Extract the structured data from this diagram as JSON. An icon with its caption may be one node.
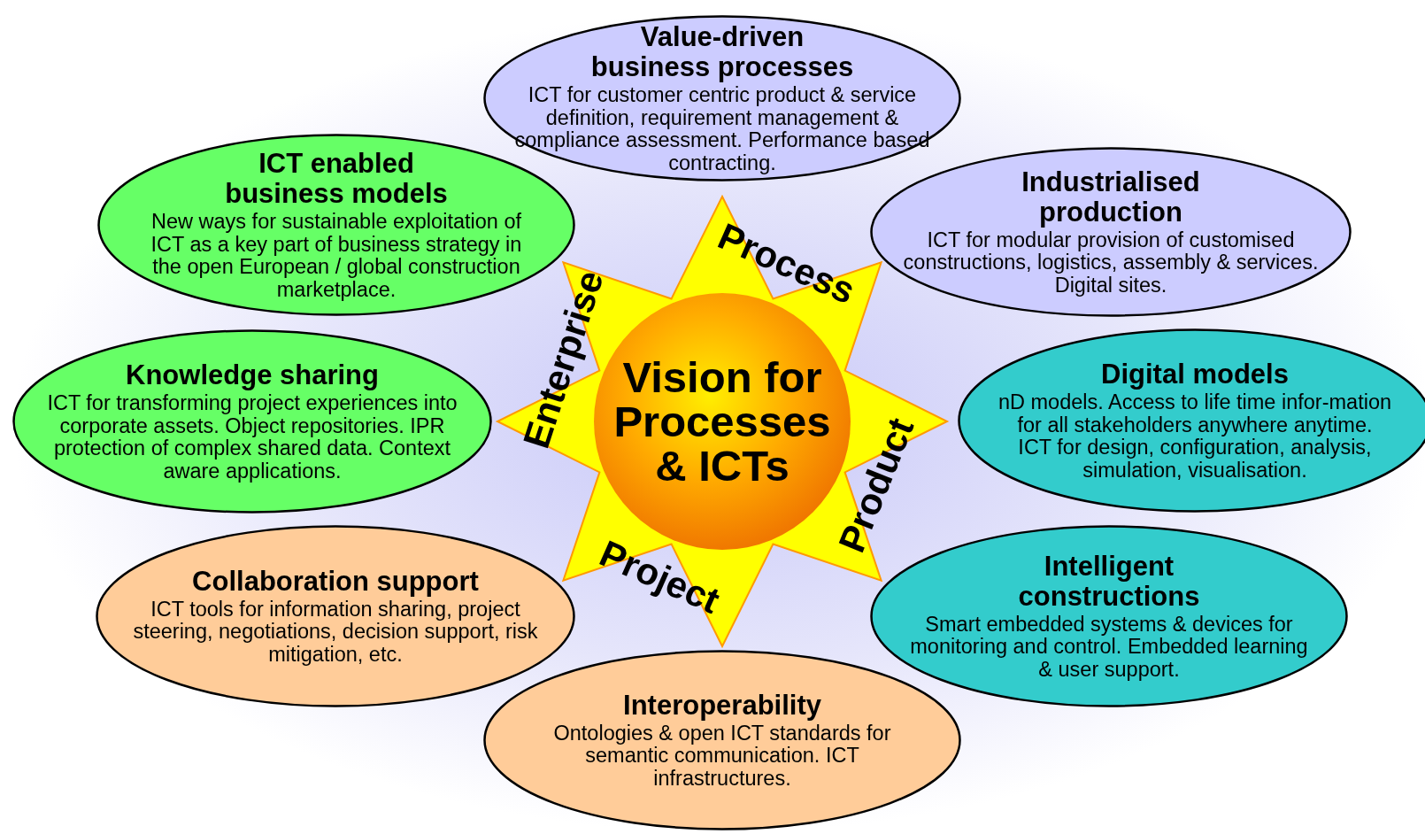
{
  "diagram": {
    "nodes": [
      {
        "text": [
          "Enterprise",
          "Process",
          "Product",
          "Project"
        ]
      },
      {
        "text": [
          "Vision for Processes & ICTs"
        ],
        "in": 0
      },
      {
        "text": [
          "Value-driven business processes",
          "ICT for customer centric product & service definition, requirement management & compliance assessment. Performance based contracting."
        ]
      },
      {
        "text": [
          "ICT enabled business models",
          "New ways for sustainable exploitation of ICT as a key part of business strategy in the open European / global construction marketplace."
        ]
      },
      {
        "text": [
          "Industrialised production",
          "ICT for modular provision of customised constructions, logistics, assembly & services. Digital sites."
        ]
      },
      {
        "text": [
          "Knowledge sharing",
          "ICT for transforming project experiences into corporate assets. Object repositories. IPR protection of complex shared data. Context aware applications."
        ]
      },
      {
        "text": [
          "Digital models",
          "nD models. Access to life time infor-mation for all stakeholders anywhere anytime. ICT for design, configuration, analysis, simulation, visualisation."
        ]
      },
      {
        "text": [
          "Collaboration support",
          "ICT tools for information sharing, project steering, negotiations, decision support, risk mitigation, etc."
        ]
      },
      {
        "text": [
          "Intelligent constructions",
          "Smart embedded systems & devices for monitoring and control. Embedded learning & user support."
        ]
      },
      {
        "text": [
          "Interoperability",
          "Ontologies & open ICT standards for semantic communication. ICT infrastructures."
        ]
      }
    ],
    "edges": []
  }
}
